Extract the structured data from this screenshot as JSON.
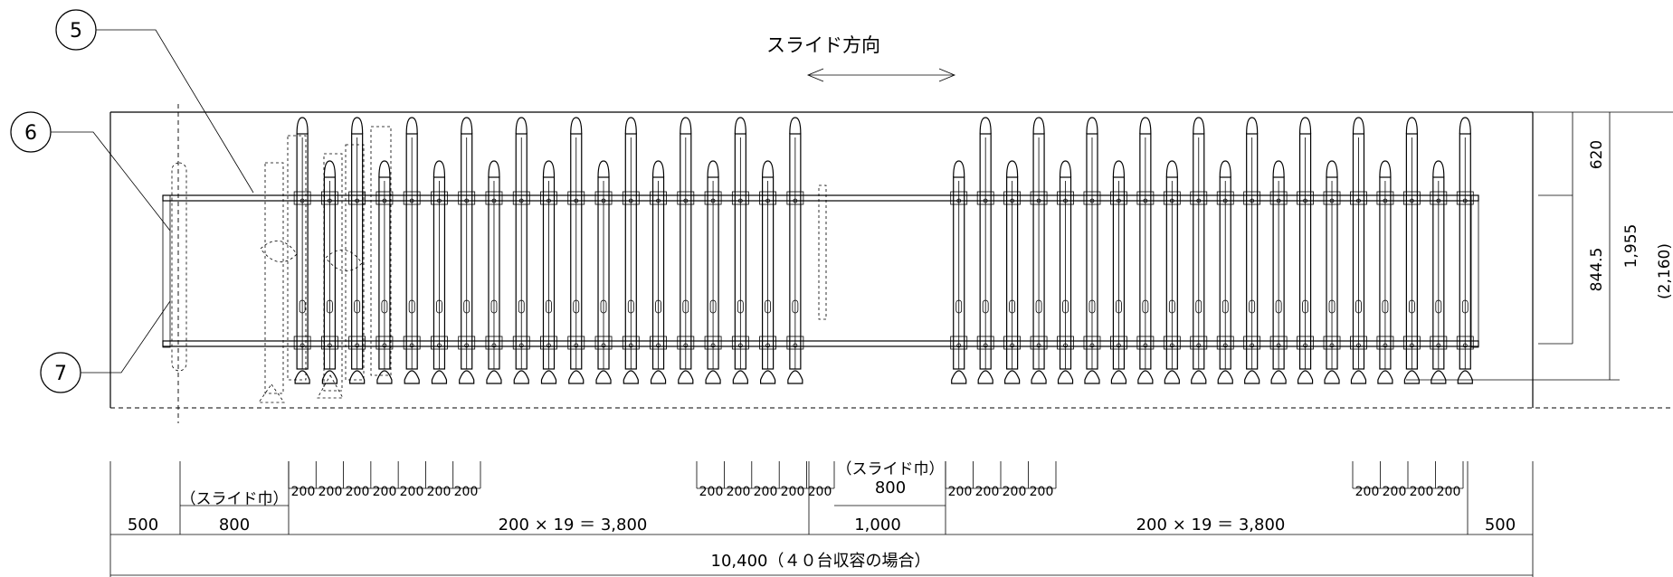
{
  "title": {
    "slide_direction": "スライド方向"
  },
  "callouts": [
    {
      "number": "5"
    },
    {
      "number": "6"
    },
    {
      "number": "7"
    }
  ],
  "right_dimensions": {
    "top": "620",
    "mid": "844.5",
    "total": "1,955",
    "overall": "(2,160)"
  },
  "pitch_label": "200",
  "slide_width_label": "（スライド巾）",
  "bottom_row": {
    "left_margin": "500",
    "left_slide": "800",
    "left_span": "200 × 19 ＝ 3,800",
    "center_span": "1,000",
    "center_slide": "800",
    "right_span": "200 × 19 ＝ 3,800",
    "right_margin": "500"
  },
  "overall_label": "10,400（４０台収容の場合）",
  "racks": {
    "left_count": 19,
    "right_count": 20
  }
}
